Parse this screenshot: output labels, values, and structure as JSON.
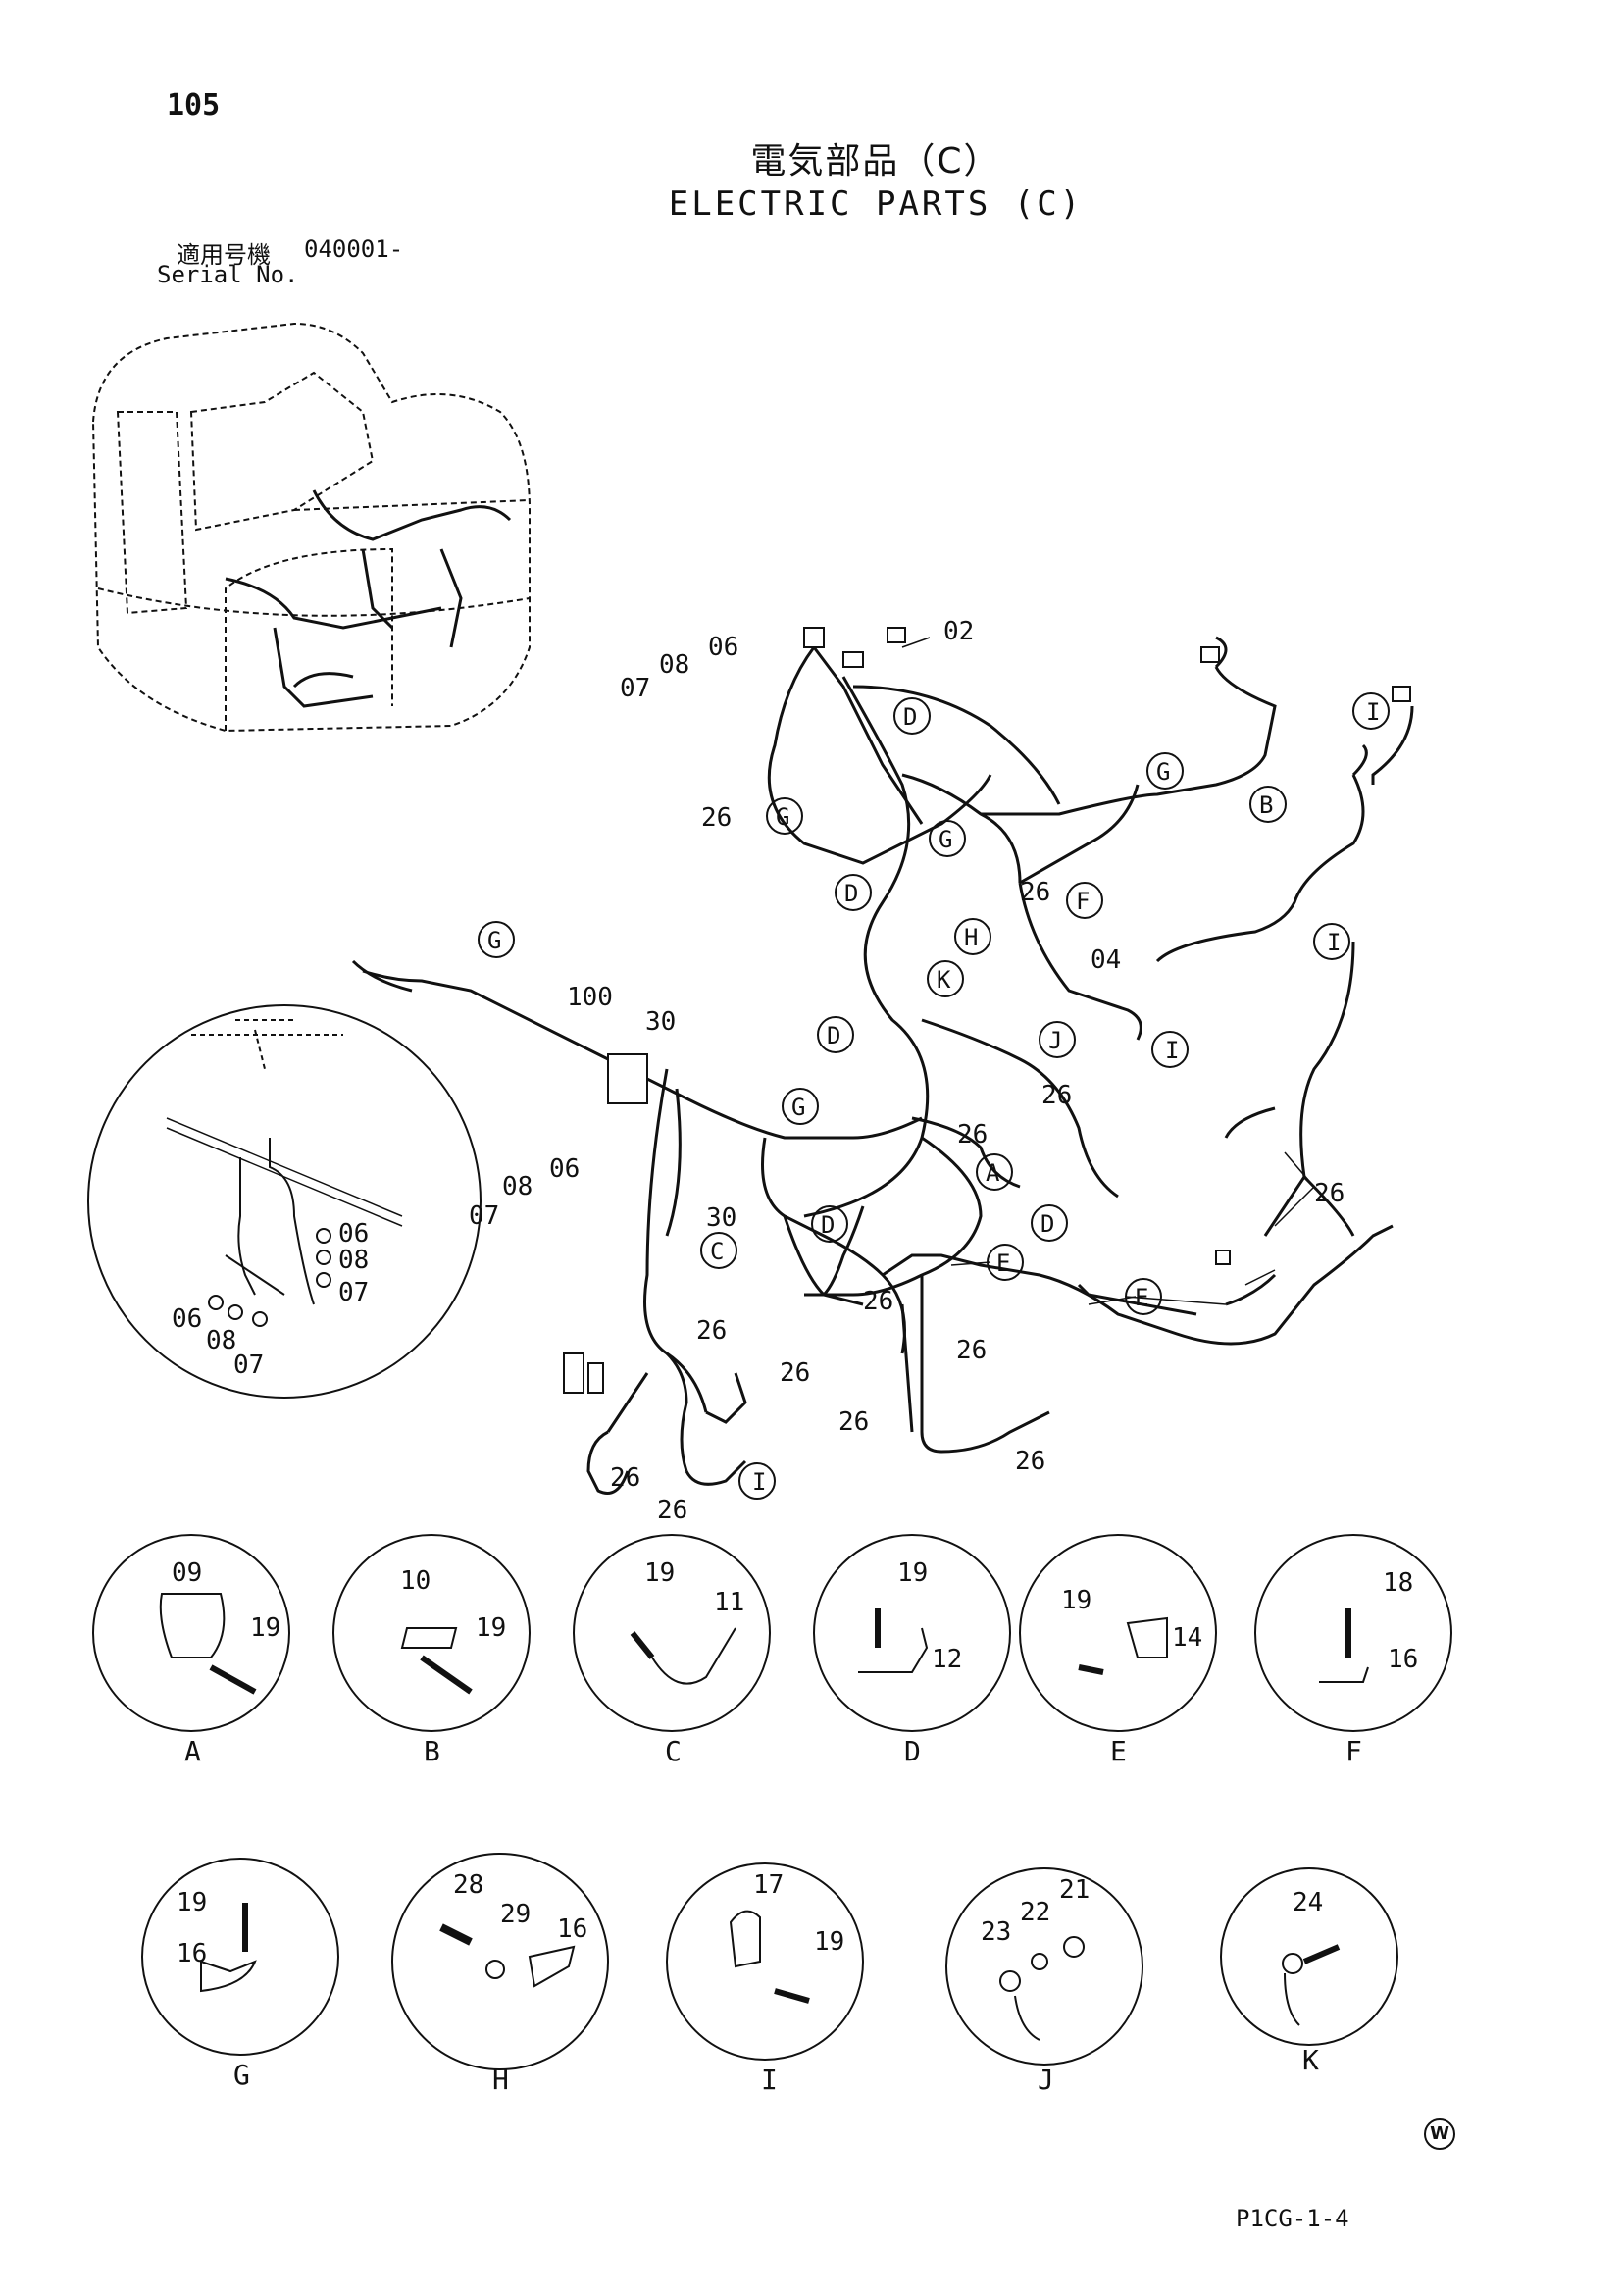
{
  "page_number": "105",
  "title_jp": "電気部品（C）",
  "title_en": "ELECTRIC PARTS (C)",
  "serial_label_jp": "適用号機",
  "serial_value": "040001-",
  "serial_label_en": "Serial No.",
  "footer_code": "P1CG-1-4",
  "footer_mark": "W",
  "main_part_numbers": [
    "02",
    "06",
    "07",
    "08",
    "26",
    "30",
    "100",
    "04",
    "06",
    "07",
    "08"
  ],
  "detail_views": [
    {
      "letter": "A",
      "parts": [
        "09",
        "19"
      ]
    },
    {
      "letter": "B",
      "parts": [
        "10",
        "19"
      ]
    },
    {
      "letter": "C",
      "parts": [
        "19",
        "11"
      ]
    },
    {
      "letter": "D",
      "parts": [
        "19",
        "12"
      ]
    },
    {
      "letter": "E",
      "parts": [
        "19",
        "14"
      ]
    },
    {
      "letter": "F",
      "parts": [
        "18",
        "16"
      ]
    },
    {
      "letter": "G",
      "parts": [
        "19",
        "16"
      ]
    },
    {
      "letter": "H",
      "parts": [
        "28",
        "29",
        "16"
      ]
    },
    {
      "letter": "I",
      "parts": [
        "17",
        "19"
      ]
    },
    {
      "letter": "J",
      "parts": [
        "21",
        "22",
        "23"
      ]
    },
    {
      "letter": "K",
      "parts": [
        "24"
      ]
    }
  ],
  "inset_parts": [
    "06",
    "08",
    "07",
    "06",
    "08",
    "07"
  ]
}
